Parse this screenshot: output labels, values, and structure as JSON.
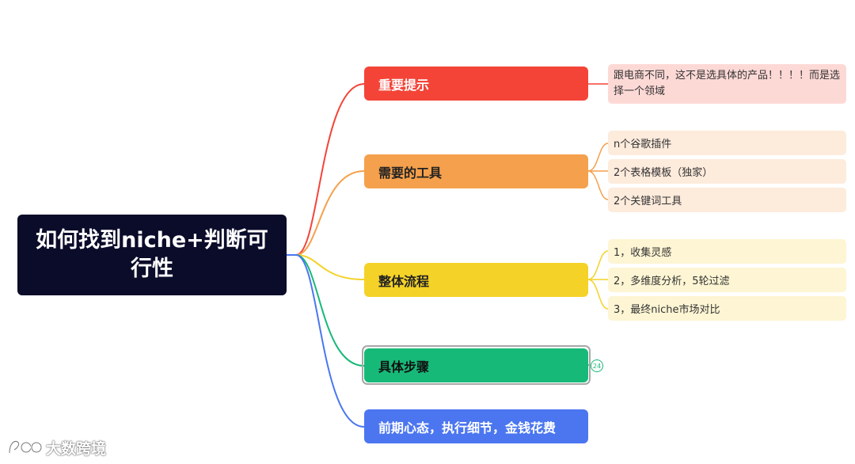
{
  "root": {
    "title": "如何找到niche+判断可行性"
  },
  "branches": [
    {
      "label": "重要提示",
      "color": "#f44438"
    },
    {
      "label": "需要的工具",
      "color": "#f5a04c"
    },
    {
      "label": "整体流程",
      "color": "#f4d227"
    },
    {
      "label": "具体步骤",
      "color": "#17b978",
      "collapsed_count": "24"
    },
    {
      "label": "前期心态，执行细节，金钱花费",
      "color": "#4b76f0"
    }
  ],
  "leaves": {
    "tip": "跟电商不同，这不是选具体的产品！！！！而是选择一个领域",
    "tools": [
      "n个谷歌插件",
      "2个表格模板（独家）",
      "2个关键词工具"
    ],
    "process": [
      "1，收集灵感",
      "2，多维度分析，5轮过滤",
      "3，最终niche市场对比"
    ]
  },
  "watermark": {
    "text": "大数跨境"
  }
}
